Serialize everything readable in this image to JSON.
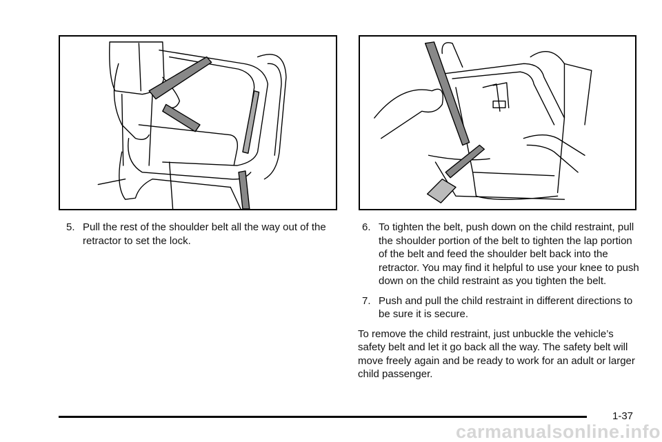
{
  "figures": [
    {
      "icon": "child-seat-shoulder-belt-illustration"
    },
    {
      "icon": "tighten-child-restraint-illustration"
    }
  ],
  "left_column": {
    "step5_number": "5.",
    "step5_text": "Pull the rest of the shoulder belt all the way out of the retractor to set the lock."
  },
  "right_column": {
    "step6_number": "6.",
    "step6_text": "To tighten the belt, push down on the child restraint, pull the shoulder portion of the belt to tighten the lap portion of the belt and feed the shoulder belt back into the retractor. You may find it helpful to use your knee to push down on the child restraint as you tighten the belt.",
    "step7_number": "7.",
    "step7_text": "Push and pull the child restraint in different directions to be sure it is secure.",
    "closing_paragraph": "To remove the child restraint, just unbuckle the vehicle’s safety belt and let it go back all the way. The safety belt will move freely again and be ready to work for an adult or larger child passenger."
  },
  "footer": {
    "page_number": "1-37",
    "watermark": "carmanualsonline.info"
  }
}
